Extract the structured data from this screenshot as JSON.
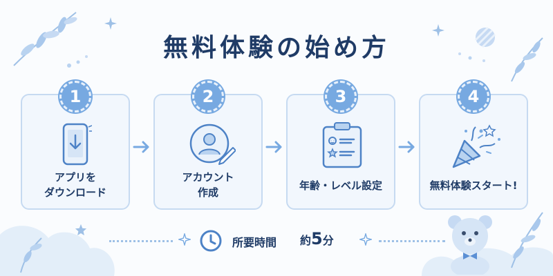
{
  "title": "無料体験の始め方",
  "steps": [
    {
      "number": "1",
      "line1": "アプリを",
      "line2": "ダウンロード",
      "icon": "phone-download-icon"
    },
    {
      "number": "2",
      "line1": "アカウント",
      "line2": "作成",
      "icon": "user-edit-icon"
    },
    {
      "number": "3",
      "line1": "年齢・レベル設定",
      "line2": "",
      "icon": "clipboard-icon"
    },
    {
      "number": "4",
      "line1": "無料体験スタート!",
      "line2": "",
      "icon": "party-popper-icon"
    }
  ],
  "time": {
    "label": "所要時間",
    "prefix": "約",
    "value": "5",
    "unit": "分"
  },
  "colors": {
    "accent": "#77a9e1",
    "title": "#1f3b66",
    "card_bg": "#f2f7fd",
    "card_border": "#c6daf1"
  }
}
